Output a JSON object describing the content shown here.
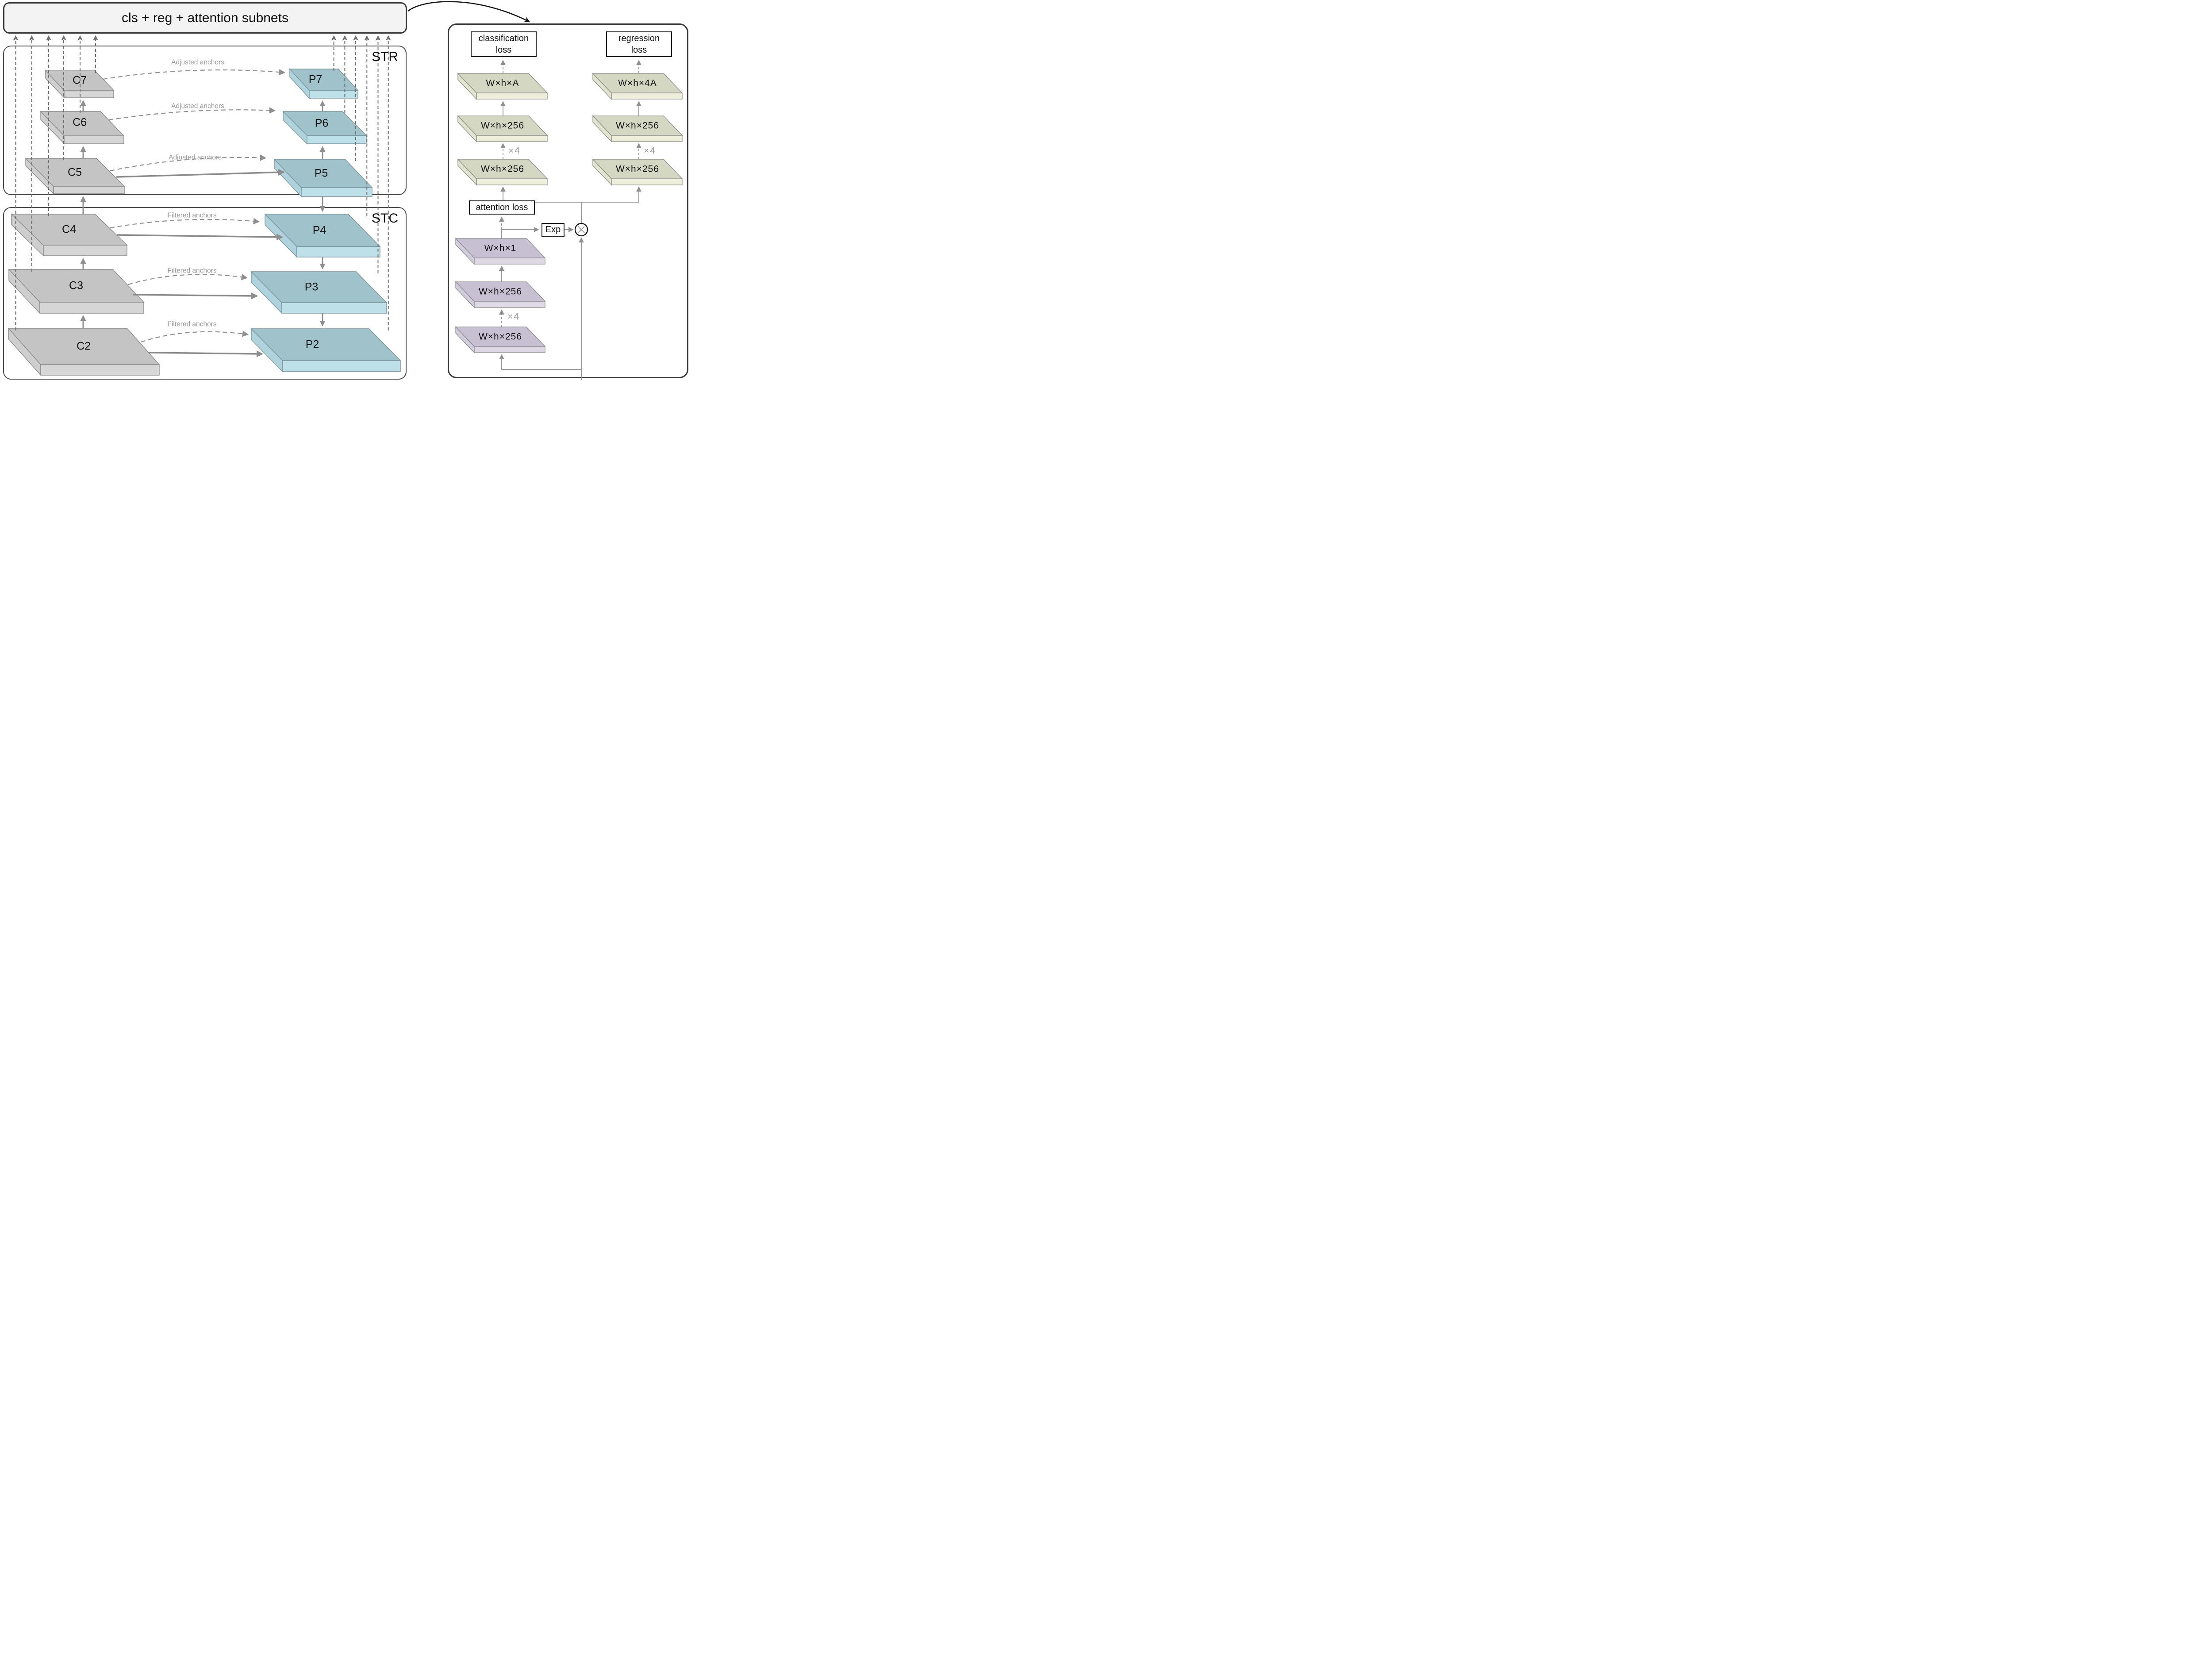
{
  "title": "cls + reg + attention subnets",
  "left": {
    "str": "STR",
    "stc": "STC",
    "c_blocks": [
      {
        "label": "C7"
      },
      {
        "label": "C6"
      },
      {
        "label": "C5"
      },
      {
        "label": "C4"
      },
      {
        "label": "C3"
      },
      {
        "label": "C2"
      }
    ],
    "p_blocks": [
      {
        "label": "P7"
      },
      {
        "label": "P6"
      },
      {
        "label": "P5"
      },
      {
        "label": "P4"
      },
      {
        "label": "P3"
      },
      {
        "label": "P2"
      }
    ],
    "adjusted_anchors": [
      "Adjusted anchors",
      "Adjusted anchors",
      "Adjusted anchors"
    ],
    "filtered_anchors": [
      "Filtered anchors",
      "Filtered anchors",
      "Filtered anchors"
    ]
  },
  "right": {
    "cls": {
      "loss": "classification loss",
      "slabs": [
        "W×h×A",
        "W×h×256",
        "W×h×256"
      ]
    },
    "reg": {
      "loss": "regression loss",
      "slabs": [
        "W×h×4A",
        "W×h×256",
        "W×h×256"
      ]
    },
    "att": {
      "loss": "attention loss",
      "slabs": [
        "W×h×1",
        "W×h×256",
        "W×h×256"
      ]
    },
    "exp": "Exp",
    "times4_labels": [
      "×4",
      "×4",
      "×4"
    ],
    "icons": {
      "multiply": "⊗"
    }
  },
  "colors": {
    "backbone_slab_top": "#c4c4c4",
    "backbone_slab_front": "#d6d6d6",
    "pyramid_slab_top": "#9fc2cb",
    "pyramid_slab_front": "#bee0e8",
    "subnet_slab_top": "#d4d7c2",
    "subnet_slab_front": "#edefda",
    "attention_slab_top": "#c6c0d2",
    "attention_slab_front": "#dcd8e4",
    "wire_gray": "#8f8f8f",
    "dashed_gray": "#6e6e6e",
    "border_dark": "#3a3a3a",
    "label_gray": "#9a9a9a"
  }
}
